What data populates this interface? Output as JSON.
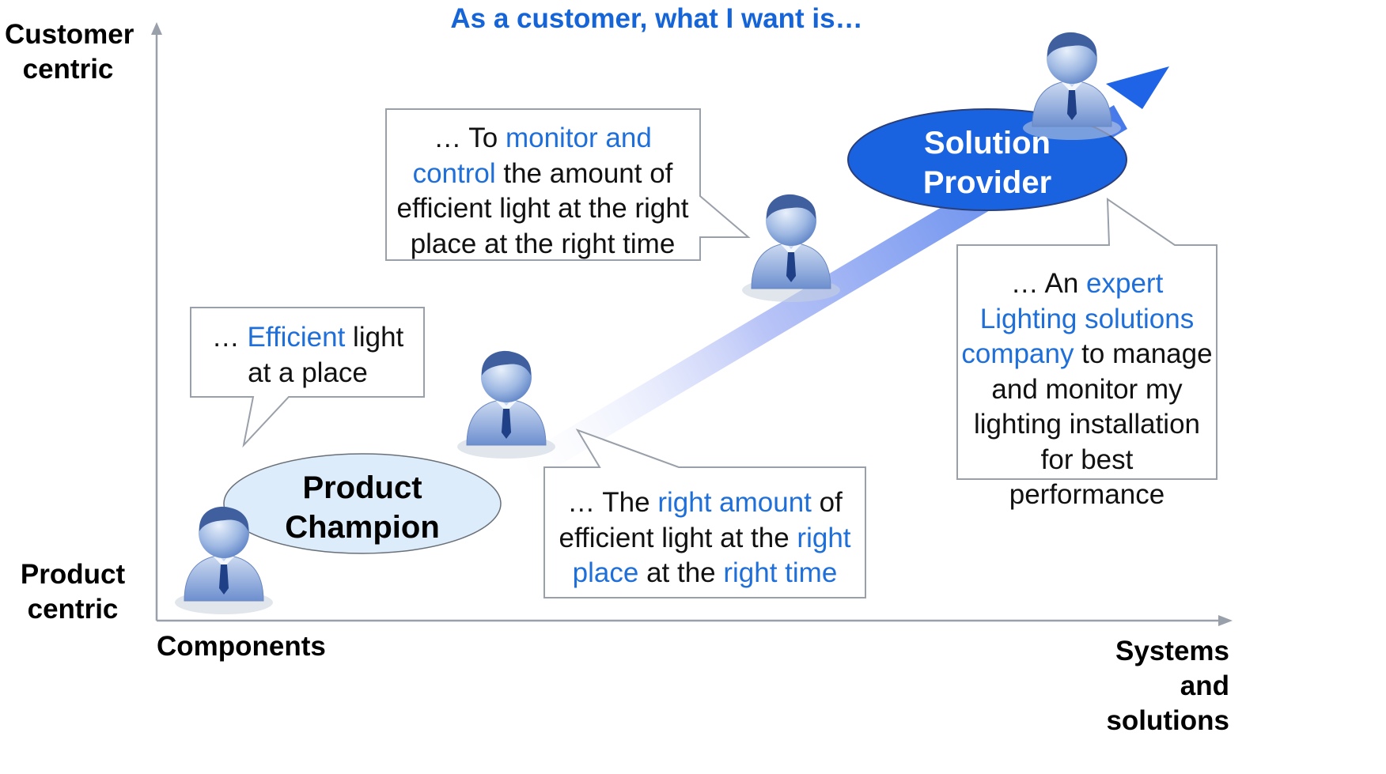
{
  "title": "As a customer, what I want is…",
  "axes": {
    "y_top": "Customer centric",
    "y_bottom": "Product centric",
    "x_left": "Components",
    "x_right": "Systems and solutions"
  },
  "stages": {
    "product_champion": "Product Champion",
    "solution_provider": "Solution Provider"
  },
  "bubbles": {
    "efficient_light": {
      "prefix": "… ",
      "highlight": "Efficient",
      "rest": " light at a place"
    },
    "right_amount": {
      "p1": "… The ",
      "h1": "right amount",
      "p2": " of efficient light at the ",
      "h2": "right place",
      "p3": " at the ",
      "h3": "right time"
    },
    "monitor_control": {
      "p1": "… To ",
      "h1": "monitor and control",
      "p2": " the amount of efficient light at the right place at the right time"
    },
    "expert": {
      "p1": "… An ",
      "h1": "expert Lighting solutions company",
      "p2": " to manage and monitor my lighting installation for best performance"
    }
  },
  "colors": {
    "accent": "#1565d8",
    "highlight_text": "#1e6fd9",
    "solution_fill": "#1a63e0",
    "champion_fill": "#dcecfb",
    "axis": "#9aa0aa",
    "arrow": "#1f63e6"
  },
  "icons": [
    "person-icon",
    "arrow-icon"
  ]
}
